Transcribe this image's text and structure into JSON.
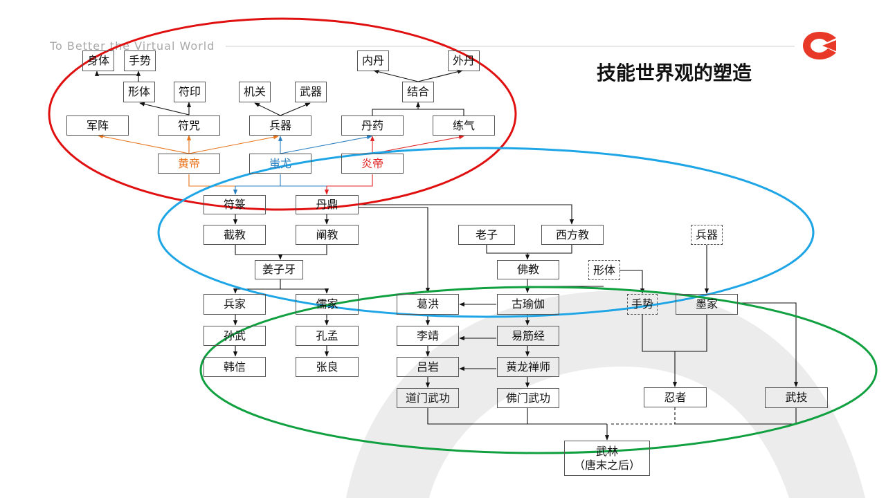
{
  "header": {
    "tagline": "To Better the Virtual World",
    "title": "技能世界观的塑造"
  },
  "colors": {
    "huangdi": "#e8731a",
    "chiyou": "#2a7fc0",
    "yandi": "#e02020",
    "ellipse_red": "#e01010",
    "ellipse_blue": "#1ea5e6",
    "ellipse_green": "#10a040",
    "logo": "#e83828"
  },
  "nodes": {
    "shenti": "身体",
    "shoushi_top": "手势",
    "neidan": "内丹",
    "waidan": "外丹",
    "xingti_top": "形体",
    "fuyin": "符印",
    "jiguan": "机关",
    "wuqi": "武器",
    "jiehe": "结合",
    "junzhen": "军阵",
    "fuzhou": "符咒",
    "bingqi_top": "兵器",
    "danyao": "丹药",
    "lianqi": "练气",
    "huangdi": "黄帝",
    "chiyou": "蚩尤",
    "yandi": "炎帝",
    "fuzhuan": "符篆",
    "danding": "丹鼎",
    "jiejiao": "截教",
    "chanjiao": "阐教",
    "laozi": "老子",
    "xifangjiao": "西方教",
    "bingqi_right": "兵器",
    "jiangziya": "姜子牙",
    "fojiao": "佛教",
    "xingti_right": "形体",
    "bingjia": "兵家",
    "rujia": "儒家",
    "gehong": "葛洪",
    "guyujia": "古瑜伽",
    "shoushi_right": "手势",
    "mojia": "墨家",
    "sunwu": "孙武",
    "kongmeng": "孔孟",
    "lijing": "李靖",
    "yijinjing": "易筋经",
    "hanxin": "韩信",
    "zhangliang": "张良",
    "lvyan": "吕岩",
    "huanglongchanshi": "黄龙禅师",
    "renzhe": "忍者",
    "daomenwugong": "道门武功",
    "fomenwugong": "佛门武功",
    "wuji": "武技",
    "wulin": "武林",
    "wulin_note": "（唐末之后）"
  }
}
